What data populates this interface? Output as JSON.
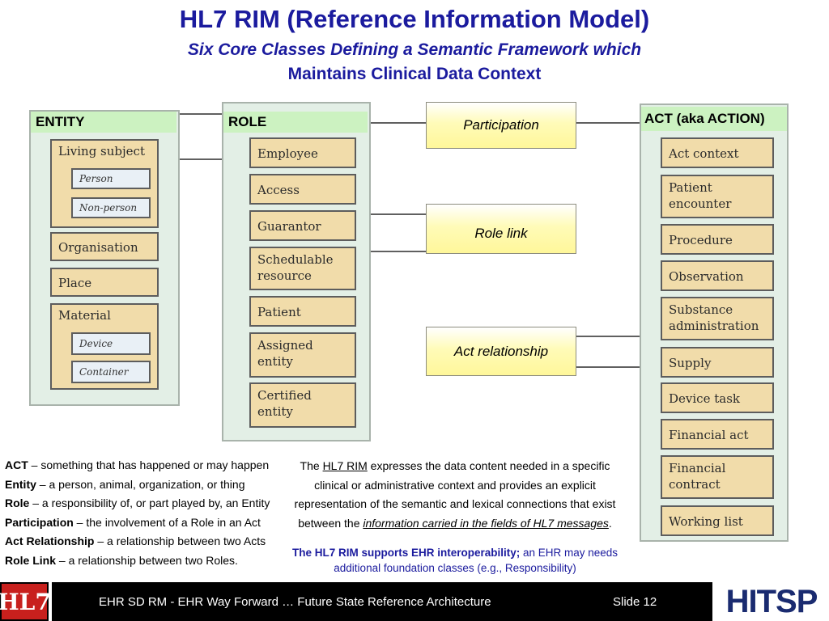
{
  "title": "HL7 RIM (Reference Information Model)",
  "subtitle_line1": "Six Core Classes Defining a Semantic Framework which",
  "subtitle_line2": "Maintains Clinical Data Context",
  "entity": {
    "header": "ENTITY",
    "living_subject": "Living subject",
    "person": "Person",
    "non_person": "Non-person",
    "organisation": "Organisation",
    "place": "Place",
    "material": "Material",
    "device": "Device",
    "container": "Container"
  },
  "role": {
    "header": "ROLE",
    "items": [
      "Employee",
      "Access",
      "Guarantor",
      "Schedulable resource",
      "Patient",
      "Assigned entity",
      "Certified entity"
    ]
  },
  "relationships": {
    "participation": "Participation",
    "role_link": "Role link",
    "act_relationship": "Act  relationship"
  },
  "act": {
    "header": "ACT (aka ACTION)",
    "items": [
      "Act context",
      "Patient encounter",
      "Procedure",
      "Observation",
      "Substance administration",
      "Supply",
      "Device task",
      "Financial act",
      "Financial contract",
      "Working list"
    ]
  },
  "definitions": [
    {
      "term": "ACT",
      "text": " – something that has happened or may happen"
    },
    {
      "term": "Entity",
      "text": " – a person, animal, organization, or thing"
    },
    {
      "term": "Role",
      "text": " – a responsibility of, or part played by, an Entity"
    },
    {
      "term": "Participation",
      "text": " – the involvement of a Role in an Act"
    },
    {
      "term": "Act Relationship",
      "text": " – a relationship between two Acts"
    },
    {
      "term": "Role Link",
      "text": " – a relationship between two Roles."
    }
  ],
  "description": {
    "pre": "The ",
    "link": "HL7 RIM",
    "mid": " expresses the data content needed in a specific clinical or administrative context and provides an explicit representation of the semantic and lexical connections that exist between the ",
    "italic_link": "information carried in the fields of HL7 messages",
    "post": "."
  },
  "note": {
    "bold": "The HL7 RIM supports EHR interoperability;",
    "rest": " an EHR may needs additional foundation classes (e.g., Responsibility)"
  },
  "footer": {
    "left_text": "EHR SD RM - EHR Way Forward …  Future State Reference Architecture",
    "slide_label": "Slide 12",
    "logo_left": "HL7",
    "logo_right": "HITSP"
  }
}
